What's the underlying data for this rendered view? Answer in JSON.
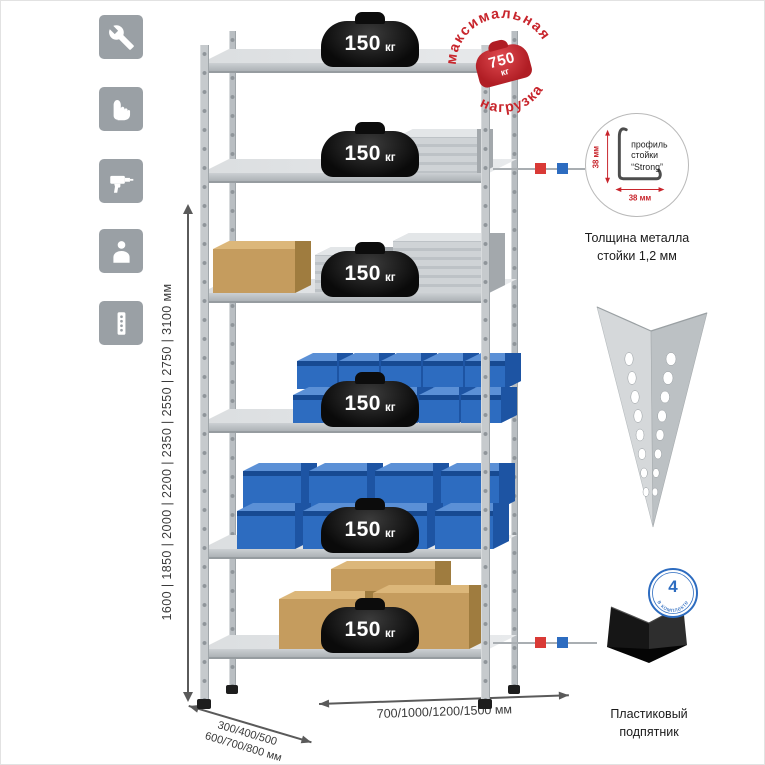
{
  "colors": {
    "accent_red": "#c8252c",
    "accent_blue": "#2d6cc0",
    "metal_gray": "#c6cacd",
    "bin_blue": "#2d6cc0",
    "cardboard_tan": "#c59c5e",
    "icon_tile_gray": "#9aa0a5"
  },
  "sidebar": {
    "icons": [
      {
        "name": "wrench"
      },
      {
        "name": "work-gloves"
      },
      {
        "name": "drill"
      },
      {
        "name": "person"
      },
      {
        "name": "rack-post"
      }
    ]
  },
  "rack": {
    "shelf_count": 6,
    "shelves": [
      {
        "load": "150",
        "unit": "кг"
      },
      {
        "load": "150",
        "unit": "кг"
      },
      {
        "load": "150",
        "unit": "кг"
      },
      {
        "load": "150",
        "unit": "кг"
      },
      {
        "load": "150",
        "unit": "кг"
      },
      {
        "load": "150",
        "unit": "кг"
      }
    ]
  },
  "stamp": {
    "arc_top": "максимальная",
    "arc_bottom": "нагрузка",
    "value": "750",
    "unit": "кг"
  },
  "profile": {
    "dim_v": "38 мм",
    "dim_h": "38 мм",
    "line1": "профиль",
    "line2": "стойки",
    "line3": "“Strong”",
    "caption1": "Толщина металла",
    "caption2": "стойки 1,2 мм"
  },
  "foot": {
    "badge": "4",
    "badge_arc": "в комплекте",
    "caption1": "Пластиковый",
    "caption2": "подпятник"
  },
  "dims": {
    "height": "1600 | 1850 | 2000 | 2200 | 2350 | 2550 | 2750 | 3100 мм",
    "depth1": "300/400/500",
    "depth2": "600/700/800 мм",
    "width": "700/1000/1200/1500 мм"
  }
}
